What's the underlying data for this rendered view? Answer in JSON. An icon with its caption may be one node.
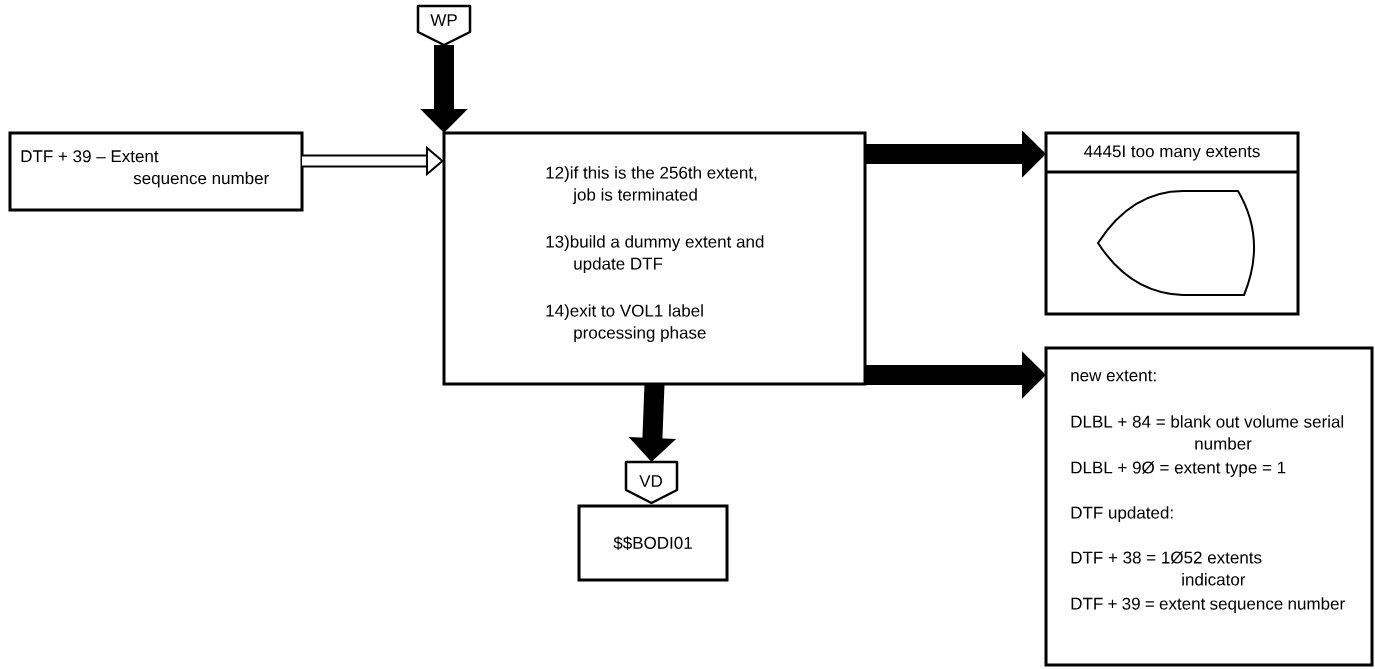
{
  "diagram": {
    "nodes": [
      {
        "text": [
          "WP"
        ]
      },
      {
        "text": [
          "DTF + 39 – Extent sequence number"
        ]
      },
      {
        "text": [
          "12)if this is the 256th extent, job is terminated",
          "13)build a dummy extent and update DTF",
          "14)exit to VOL1 label processing phase"
        ]
      },
      {
        "text": [
          "4445I too many extents"
        ]
      },
      {
        "text": [],
        "shape": "display",
        "in": 3
      },
      {
        "text": [
          "new extent:",
          "DLBL + 84 = blank out volume serial number",
          "DLBL + 9Ø = extent type = 1",
          "DTF updated:",
          "DTF + 38 = 1Ø52 extents indicator",
          "DTF + 39 = extent sequence number"
        ]
      },
      {
        "text": [
          "VD"
        ]
      },
      {
        "text": [
          "$$BODI01"
        ]
      }
    ],
    "edges": [
      {
        "from": 0,
        "to": 2,
        "arrow": "to"
      },
      {
        "from": 1,
        "to": 2,
        "arrow": "to"
      },
      {
        "from": 2,
        "to": 3,
        "arrow": "to"
      },
      {
        "from": 2,
        "to": 5,
        "arrow": "to"
      },
      {
        "from": 2,
        "to": 6,
        "arrow": "to"
      }
    ]
  }
}
